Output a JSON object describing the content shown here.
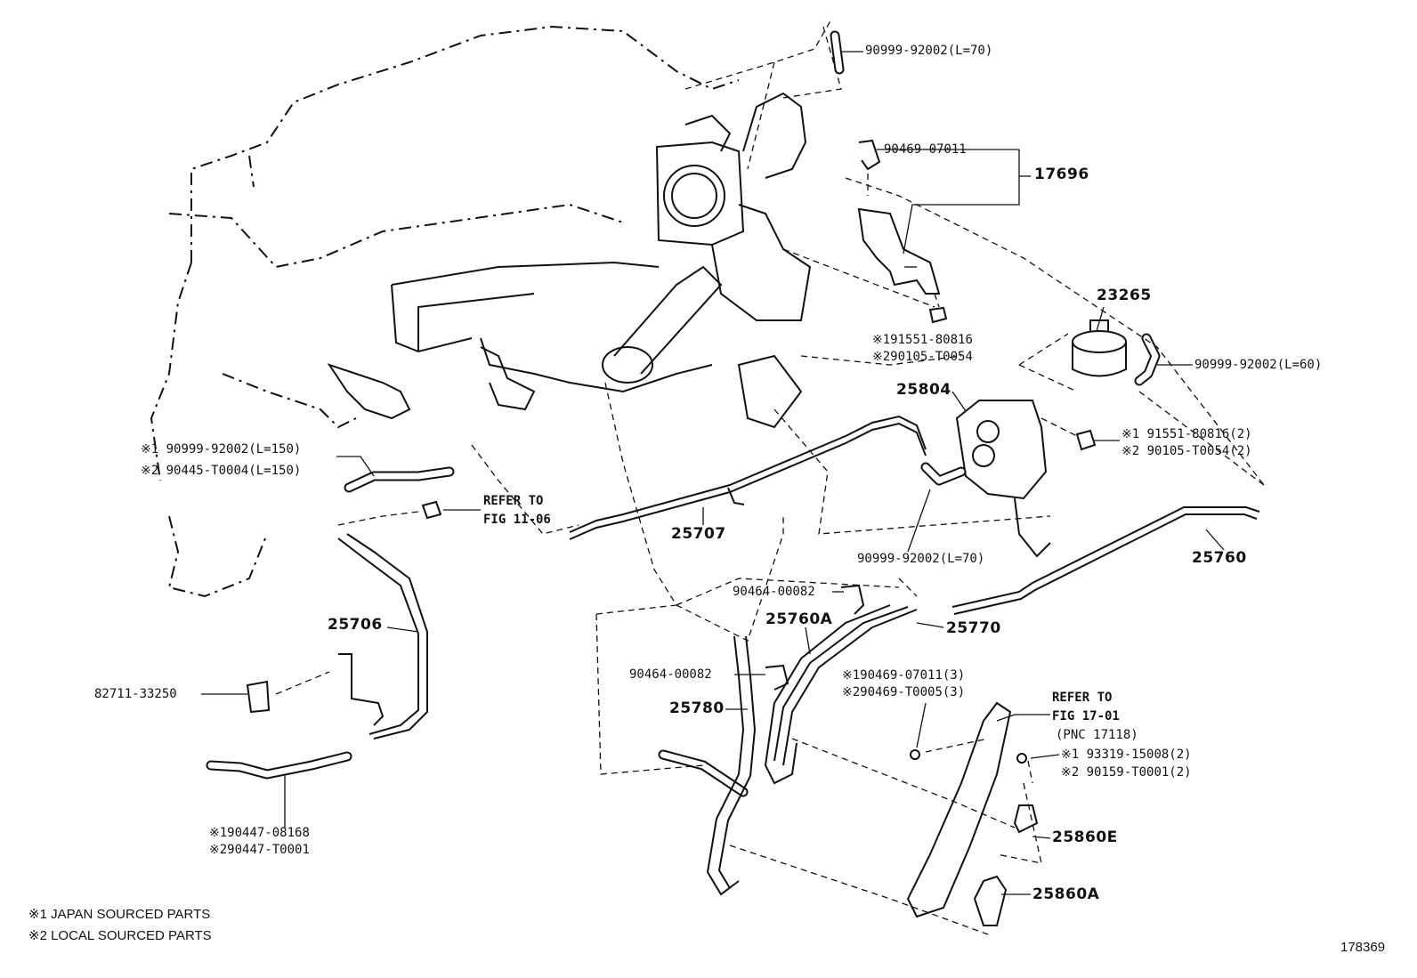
{
  "diagram": {
    "figure_number": "178369",
    "footnotes": [
      "※1 JAPAN SOURCED PARTS",
      "※2 LOCAL SOURCED PARTS"
    ],
    "references": [
      {
        "line1": "REFER TO",
        "line2": "FIG 11-06"
      },
      {
        "line1": "REFER TO",
        "line2": "FIG 17-01",
        "line3": "(PNC 17118)"
      }
    ],
    "parts": {
      "hose_top": "90999-92002(L=70)",
      "clip_top": "90469-07011",
      "bracket_assy": "17696",
      "bolt_top_j": "※191551-80816",
      "bolt_top_l": "※290105-T0054",
      "filter": "23265",
      "hose_filter": "90999-92002(L=60)",
      "valve": "25804",
      "bolt_valve_j": "※1 91551-80816(2)",
      "bolt_valve_l": "※2 90105-T0054(2)",
      "hose_l150_j": "※1 90999-92002(L=150)",
      "hose_l150_l": "※2 90445-T0004(L=150)",
      "pipe_25707": "25707",
      "hose_mid": "90999-92002(L=70)",
      "pipe_25760": "25760",
      "pipe_25706": "25706",
      "clip_82711": "82711-33250",
      "clamp_a": "90464-00082",
      "pipe_25760a": "25760A",
      "pipe_25770": "25770",
      "clamp_b": "90464-00082",
      "clip_mid_j": "※190469-07011(3)",
      "clip_mid_l": "※290469-T0005(3)",
      "pipe_25780": "25780",
      "bolt_low_j": "※1 93319-15008(2)",
      "bolt_low_l": "※2 90159-T0001(2)",
      "sensor_e": "25860E",
      "sensor_a": "25860A",
      "hose_low_j": "※190447-08168",
      "hose_low_l": "※290447-T0001"
    }
  }
}
